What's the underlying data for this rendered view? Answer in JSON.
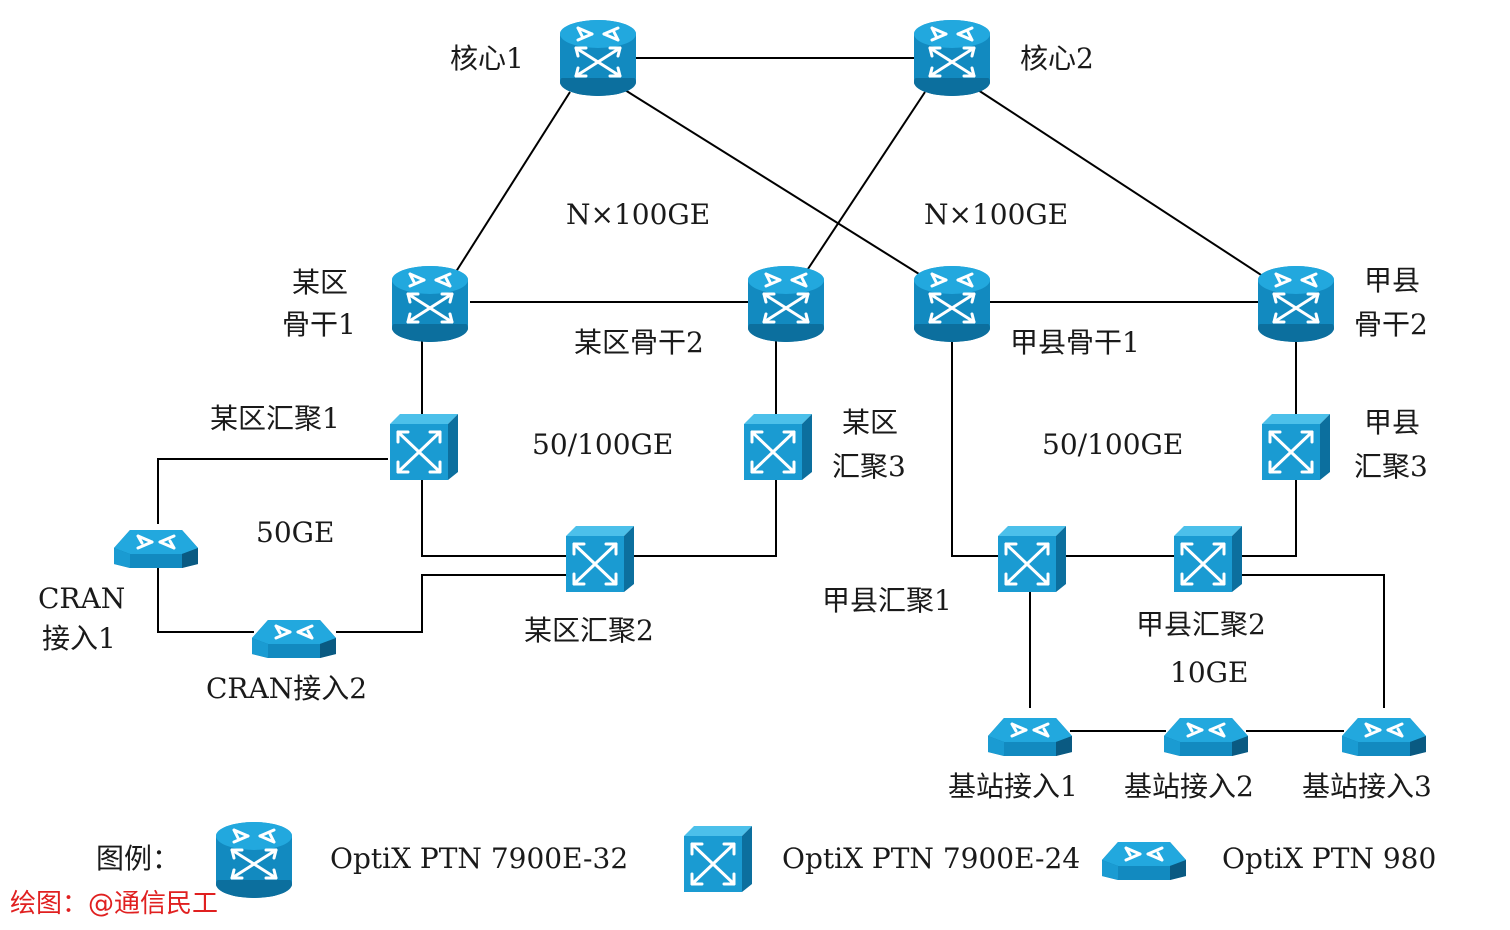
{
  "colors": {
    "device_top": "#1a9bd2",
    "device_side": "#0c6f9e",
    "device_dark": "#0a5a82",
    "arrow": "#ffffff",
    "link": "#000000",
    "credit": "#e02020"
  },
  "nodes": {
    "core1": {
      "label": "核心1",
      "type": "router"
    },
    "core2": {
      "label": "核心2",
      "type": "router"
    },
    "area_backbone1": {
      "label_lines": [
        "某区",
        "骨干1"
      ],
      "type": "router"
    },
    "area_backbone2": {
      "label": "某区骨干2",
      "type": "router"
    },
    "county_backbone1": {
      "label": "甲县骨干1",
      "type": "router"
    },
    "county_backbone2": {
      "label_lines": [
        "甲县",
        "骨干2"
      ],
      "type": "router"
    },
    "area_agg1": {
      "label": "某区汇聚1",
      "type": "switch"
    },
    "area_agg2": {
      "label": "某区汇聚2",
      "type": "switch"
    },
    "area_agg3": {
      "label_lines": [
        "某区",
        "汇聚3"
      ],
      "type": "switch"
    },
    "county_agg1": {
      "label": "甲县汇聚1",
      "type": "switch"
    },
    "county_agg2": {
      "label": "甲县汇聚2",
      "type": "switch"
    },
    "county_agg3": {
      "label_lines": [
        "甲县",
        "汇聚3"
      ],
      "type": "switch"
    },
    "cran1": {
      "label_lines": [
        "CRAN",
        "接入1"
      ],
      "type": "access"
    },
    "cran2": {
      "label": "CRAN接入2",
      "type": "access"
    },
    "bs1": {
      "label": "基站接入1",
      "type": "access"
    },
    "bs2": {
      "label": "基站接入2",
      "type": "access"
    },
    "bs3": {
      "label": "基站接入3",
      "type": "access"
    }
  },
  "link_labels": {
    "core_left": "N×100GE",
    "core_right": "N×100GE",
    "agg_left": "50/100GE",
    "agg_right": "50/100GE",
    "cran_ring": "50GE",
    "bs_ring": "10GE"
  },
  "legend": {
    "title": "图例：",
    "items": [
      {
        "icon": "router-icon",
        "label": "OptiX PTN 7900E-32"
      },
      {
        "icon": "switch-icon",
        "label": "OptiX PTN 7900E-24"
      },
      {
        "icon": "access-icon",
        "label": "OptiX PTN 980"
      }
    ]
  },
  "credit": "绘图：@通信民工"
}
